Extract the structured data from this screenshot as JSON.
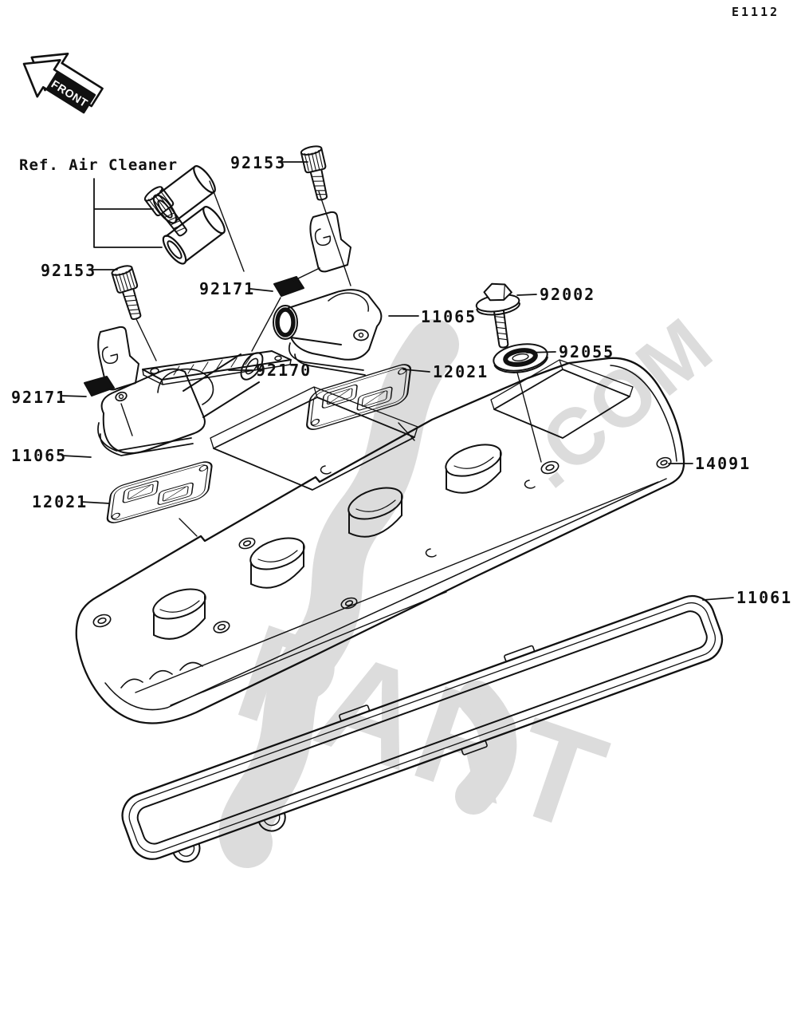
{
  "page": {
    "code": "E1112"
  },
  "front_indicator": {
    "label": "FRONT"
  },
  "reference_label": {
    "text": "Ref. Air Cleaner"
  },
  "watermark": {
    "lower": "PART",
    "upper": ".COM",
    "color": "#dcdcdc"
  },
  "colors": {
    "line": "#111111",
    "background": "#ffffff"
  },
  "parts": [
    {
      "number": "92153"
    },
    {
      "number": "92153"
    },
    {
      "number": "92171"
    },
    {
      "number": "92171"
    },
    {
      "number": "11065"
    },
    {
      "number": "11065"
    },
    {
      "number": "12021"
    },
    {
      "number": "12021"
    },
    {
      "number": "92170"
    },
    {
      "number": "92002"
    },
    {
      "number": "92055"
    },
    {
      "number": "14091"
    },
    {
      "number": "11061"
    }
  ]
}
